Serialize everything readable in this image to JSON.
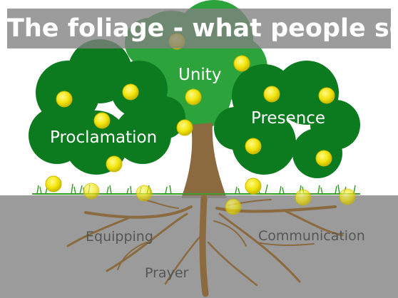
{
  "title": "The foliage - what people see",
  "foliage": {
    "unity": "Unity",
    "proclamation": "Proclamation",
    "presence": "Presence"
  },
  "roots": {
    "equipping": "Equipping",
    "communication": "Communication",
    "prayer": "Prayer"
  },
  "colors": {
    "foliage_dark": "#0c7a1e",
    "foliage_light": "#2da33c",
    "trunk": "#8a6a3e",
    "fruit": "#f2e40c",
    "ground_overlay": "#888888",
    "grass": "#3c9a2e"
  }
}
